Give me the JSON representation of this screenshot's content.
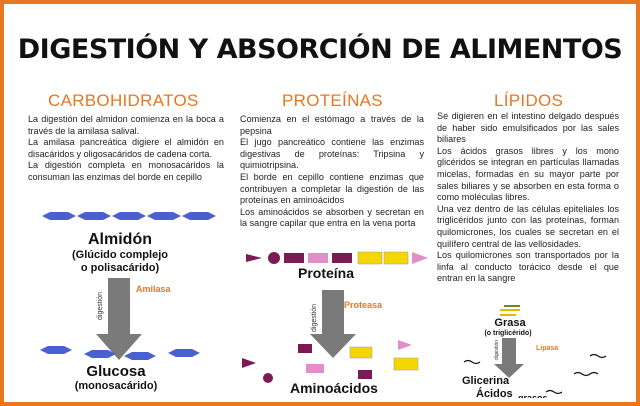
{
  "title": "DIGESTIÓN Y ABSORCIÓN DE ALIMENTOS",
  "columns": {
    "carbohidratos": {
      "heading": "CARBOHIDRATOS",
      "paragraphs": [
        "La digestión del almidon comienza en la boca a través de la amilasa salival.",
        "La amilasa pancreática digiere el almidón en disacáridos y oligosacáridos de cadena corta.",
        "La digestión completa en monosacáridos la consuman las enzimas del borde en cepillo"
      ],
      "diagram": {
        "top_label": "Almidón",
        "top_sub_1": "(Glúcido complejo",
        "top_sub_2": "o polisacárido)",
        "arrow_text": "digestión",
        "enzyme": "Amilasa",
        "bottom_label": "Glucosa",
        "bottom_sub": "(monosacárido)"
      }
    },
    "proteinas": {
      "heading": "PROTEÍNAS",
      "paragraphs": [
        "Comienza en el estómago a través de la pepsina",
        "El jugo pancreático contiene las enzimas digestivas de proteínas: Tripsina y quimiotripsina.",
        "El borde en cepillo contiene enzimas que contribuyen a completar la digestión de las proteínas en aminoácidos",
        "Los aminoácidos se absorben y secretan en la sangre capilar que entra en la vena porta"
      ],
      "diagram": {
        "top_label": "Proteína",
        "arrow_text": "digestión",
        "enzyme": "Proteasa",
        "bottom_label": "Aminoácidos"
      }
    },
    "lipidos": {
      "heading": "LÍPIDOS",
      "paragraphs": [
        "Se digieren  en el intestino delgado después de haber sido emulsificados por las sales biliares",
        "Los ácidos grasos libres y los mono glicéridos se integran en partículas llamadas micelas, formadas en su mayor parte por sales biliares y se absorben en esta forma o como moléculas libres.",
        "Una vez dentro de las células epiteliales los triglicéridos junto con las proteínas, forman  quilomicrones, los cuales se secretan  en el quilífero central de las vellosidades.",
        "Los quilomicrones son transportados por la linfa al conducto torácico desde el que entran en la sangre"
      ],
      "diagram": {
        "top_label": "Grasa",
        "top_sub": "(o triglicérido)",
        "arrow_text": "digestión",
        "enzyme": "Lipasa",
        "glicerina": "Glicerina",
        "acidos": "Ácidos",
        "grasos": "grasos"
      }
    }
  },
  "colors": {
    "accent": "#e87722",
    "chain_blue": "#4a5fd0",
    "arrow_grey": "#7a7a7a",
    "protein_purple": "#7b1a55",
    "protein_yellow": "#f4d600",
    "protein_pink": "#e090c8"
  }
}
